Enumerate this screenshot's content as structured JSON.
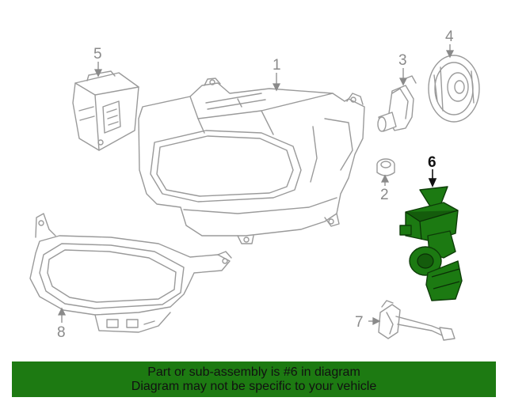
{
  "callouts": [
    {
      "id": "1",
      "label": "1",
      "highlighted": false
    },
    {
      "id": "2",
      "label": "2",
      "highlighted": false
    },
    {
      "id": "3",
      "label": "3",
      "highlighted": false
    },
    {
      "id": "4",
      "label": "4",
      "highlighted": false
    },
    {
      "id": "5",
      "label": "5",
      "highlighted": false
    },
    {
      "id": "6",
      "label": "6",
      "highlighted": true
    },
    {
      "id": "7",
      "label": "7",
      "highlighted": false
    },
    {
      "id": "8",
      "label": "8",
      "highlighted": false
    }
  ],
  "banner": {
    "line1": "Part or sub-assembly is #6 in diagram",
    "line2": "Diagram may not be specific to your vehicle"
  },
  "colors": {
    "highlight": "#1d7a12",
    "line_art": "#9a9a9a",
    "background": "#ffffff"
  }
}
